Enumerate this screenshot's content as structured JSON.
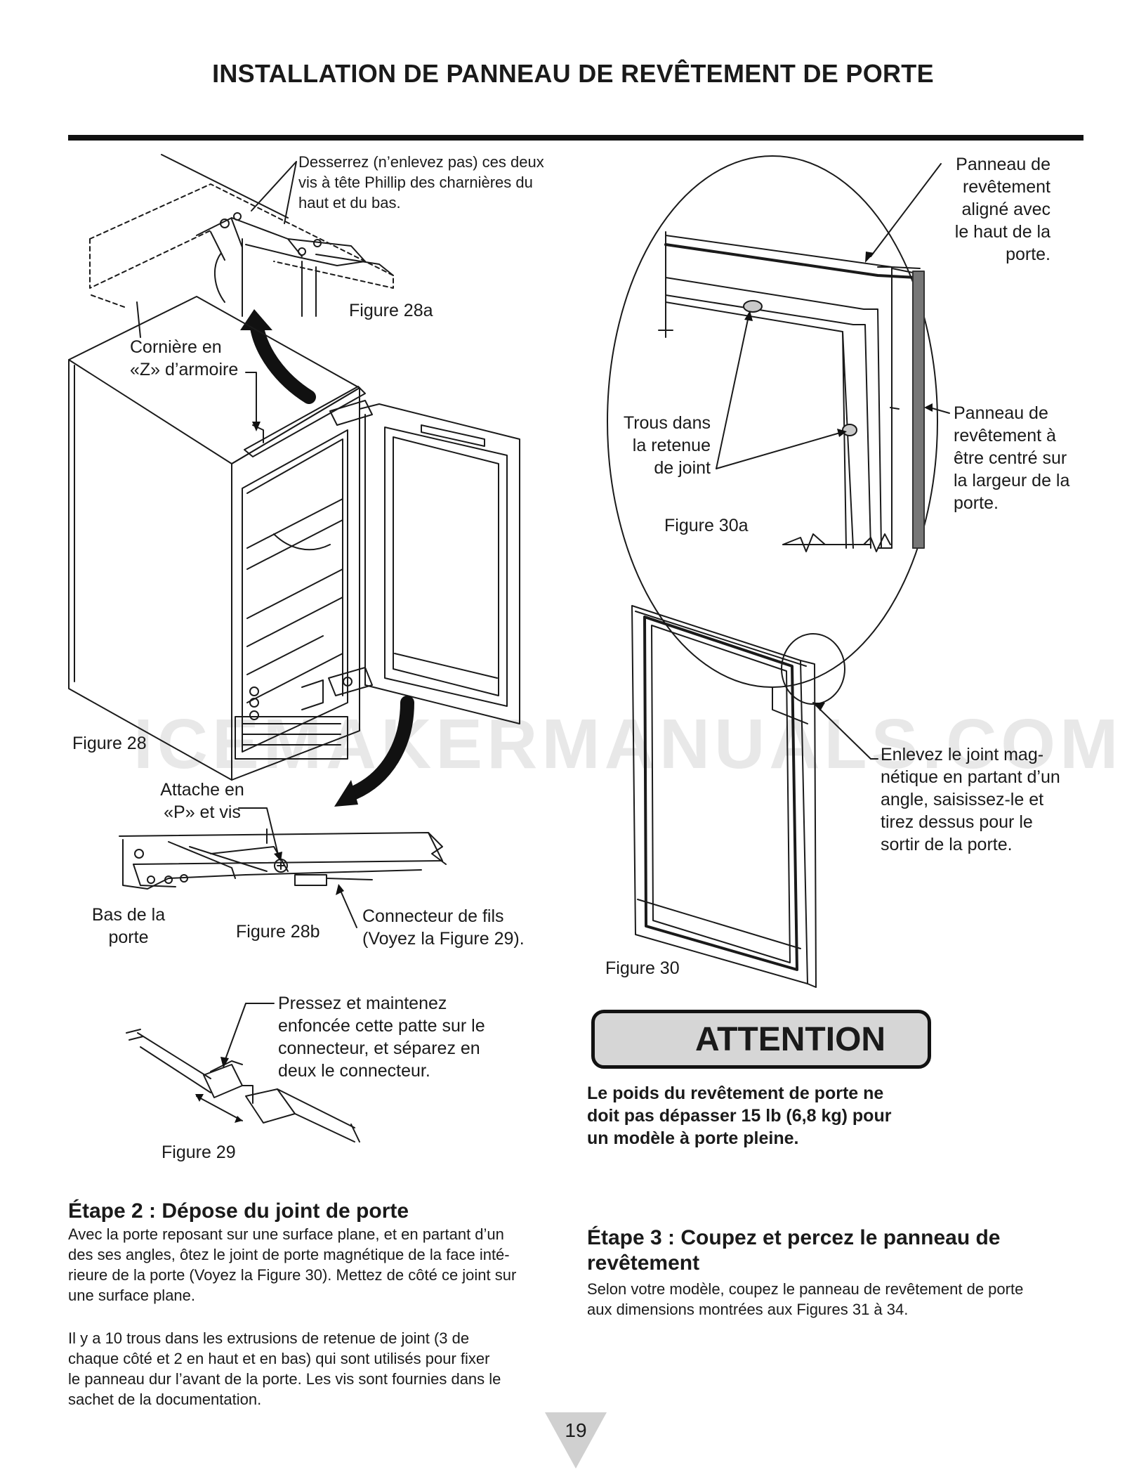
{
  "page": {
    "title": "INSTALLATION DE PANNEAU DE REVÊTEMENT DE PORTE",
    "page_number": "19",
    "watermark": "ICEMAKERMANUALS.COM"
  },
  "figure28": {
    "caption": "Figure 28",
    "caption_a": "Figure 28a",
    "caption_b": "Figure 28b",
    "loosen_note": [
      "Desserrez (n’enlevez pas) ces deux",
      "vis à tête Phillip des charnières du",
      "haut et du bas."
    ],
    "zbar_label": [
      "Cornière en",
      "«Z» d’armoire"
    ],
    "pclip_label": [
      "Attache en",
      "«P» et vis"
    ],
    "bottom_label": [
      "Bas de la",
      "porte"
    ],
    "wire_label": [
      "Connecteur de fils",
      "(Voyez la Figure 29)."
    ]
  },
  "figure29": {
    "caption": "Figure 29",
    "note": [
      "Pressez et maintenez",
      "enfoncée cette patte sur le",
      "connecteur, et séparez en",
      "deux le connecteur."
    ]
  },
  "figure30": {
    "caption": "Figure 30",
    "caption_a": "Figure 30a",
    "panel_aligned": [
      "Panneau de",
      "revêtement",
      "aligné avec",
      "le haut de la",
      "porte."
    ],
    "holes_label": [
      "Trous dans",
      "la retenue",
      "de joint"
    ],
    "panel_centered": [
      "Panneau de",
      "revêtement à",
      "être centré sur",
      "la largeur de la",
      "porte."
    ],
    "remove_gasket": [
      "Enlevez le joint mag-",
      "nétique en partant d’un",
      "angle, saisissez-le et",
      "tirez dessus pour le",
      "sortir de la porte."
    ]
  },
  "attention": {
    "icon": "warning-triangle-icon",
    "label": "ATTENTION",
    "text": [
      "Le poids du revêtement de porte ne",
      "doit pas dépasser 15 lb (6,8 kg) pour",
      "un modèle à porte pleine."
    ]
  },
  "step2": {
    "heading": "Étape 2 : Dépose du joint de porte",
    "para1": [
      "Avec la porte reposant sur une surface plane, et en partant d’un",
      "des ses angles, ôtez le joint de porte magnétique de la face inté-",
      "rieure de la porte (Voyez la Figure 30). Mettez de côté ce joint sur",
      "une surface plane."
    ],
    "para2": [
      "Il y a 10 trous dans les extrusions de retenue de joint (3 de",
      "chaque côté et 2 en haut et en bas) qui sont utilisés pour fixer",
      "le panneau dur l’avant de la porte. Les vis sont fournies dans le",
      "sachet de la documentation."
    ]
  },
  "step3": {
    "heading": [
      "Étape 3 : Coupez et percez le panneau de",
      "revêtement"
    ],
    "para": [
      "Selon votre modèle, coupez le panneau de revêtement de porte",
      "aux dimensions montrées aux Figures 31 à 34."
    ]
  }
}
